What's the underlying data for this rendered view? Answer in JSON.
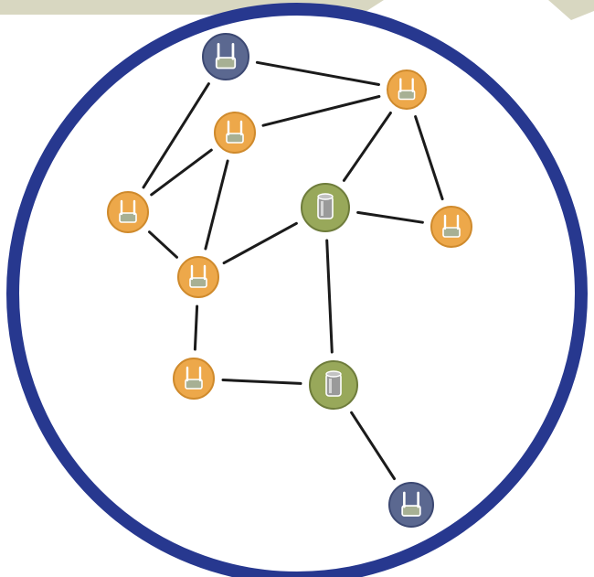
{
  "diagram": {
    "colors": {
      "background": "#ffffff",
      "header_band": "#d8d7c1",
      "boundary_ring": "#27388f",
      "link": "#1b1b1b",
      "router_fill": "#eda84a",
      "router_stroke": "#cf8a2c",
      "access_point_fill": "#5b6890",
      "access_point_stroke": "#3c4872",
      "server_fill": "#98a85a",
      "server_stroke": "#6e7c3b",
      "antenna_body": "#a7b094",
      "antenna_stroke": "#ffffff",
      "cylinder_body": "#9a9a9a"
    },
    "nodes": [
      {
        "id": "ap1",
        "kind": "access-point",
        "icon": "antenna-icon"
      },
      {
        "id": "r1",
        "kind": "router",
        "icon": "antenna-icon"
      },
      {
        "id": "r2",
        "kind": "router",
        "icon": "antenna-icon"
      },
      {
        "id": "r3",
        "kind": "router",
        "icon": "antenna-icon"
      },
      {
        "id": "s1",
        "kind": "server",
        "icon": "cylinder-icon"
      },
      {
        "id": "r4",
        "kind": "router",
        "icon": "antenna-icon"
      },
      {
        "id": "r5",
        "kind": "router",
        "icon": "antenna-icon"
      },
      {
        "id": "r6",
        "kind": "router",
        "icon": "antenna-icon"
      },
      {
        "id": "s2",
        "kind": "server",
        "icon": "cylinder-icon"
      },
      {
        "id": "ap2",
        "kind": "access-point",
        "icon": "antenna-icon"
      }
    ],
    "links": [
      [
        "ap1",
        "r1"
      ],
      [
        "ap1",
        "r3"
      ],
      [
        "r1",
        "r2"
      ],
      [
        "r1",
        "s1"
      ],
      [
        "r1",
        "r4"
      ],
      [
        "r2",
        "r3"
      ],
      [
        "r2",
        "r5"
      ],
      [
        "r3",
        "r5"
      ],
      [
        "s1",
        "r4"
      ],
      [
        "s1",
        "r5"
      ],
      [
        "s1",
        "s2"
      ],
      [
        "r5",
        "r6"
      ],
      [
        "r6",
        "s2"
      ],
      [
        "s2",
        "ap2"
      ]
    ]
  }
}
